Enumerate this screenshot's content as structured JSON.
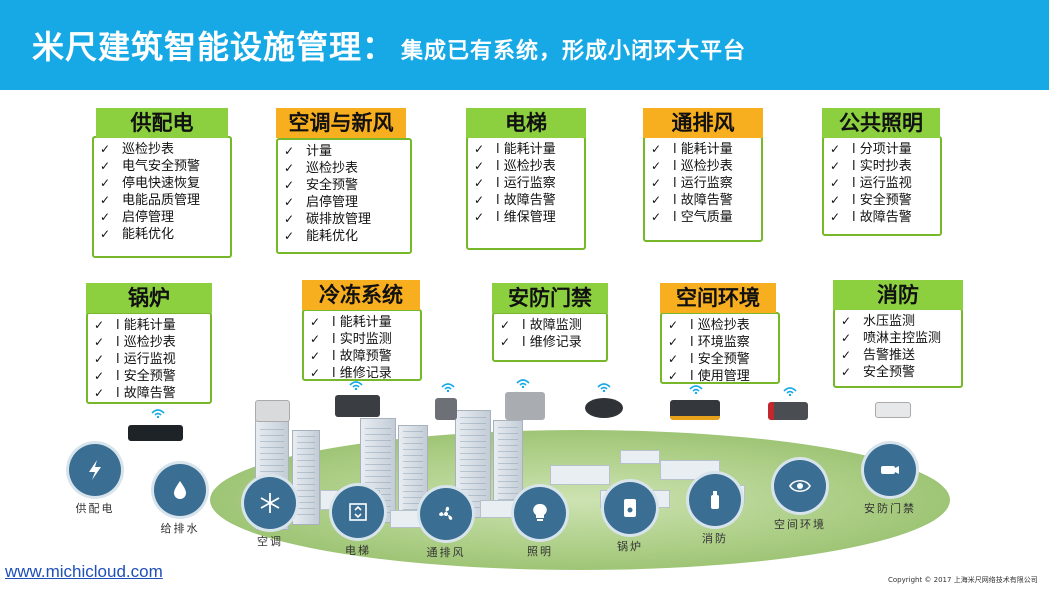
{
  "header": {
    "title": "米尺建筑智能设施管理：",
    "subtitle": "集成已有系统，形成小闭环大平台",
    "bg_color": "#17a9e6"
  },
  "check_mark": "✓",
  "categories": [
    {
      "title": "供配电",
      "tab_color": "green",
      "items": [
        "巡检抄表",
        "电气安全预警",
        "停电快速恢复",
        "电能品质管理",
        "启停管理",
        "能耗优化"
      ]
    },
    {
      "title": "空调与新风",
      "tab_color": "orange",
      "items": [
        "计量",
        "巡检抄表",
        "安全预警",
        "启停管理",
        "碳排放管理",
        "能耗优化"
      ]
    },
    {
      "title": "电梯",
      "tab_color": "green",
      "items": [
        "l 能耗计量",
        "l 巡检抄表",
        "l 运行监察",
        "l 故障告警",
        "l 维保管理"
      ]
    },
    {
      "title": "通排风",
      "tab_color": "orange",
      "items": [
        "l 能耗计量",
        "l 巡检抄表",
        "l 运行监察",
        "l 故障告警",
        "l 空气质量"
      ]
    },
    {
      "title": "公共照明",
      "tab_color": "green",
      "items": [
        "l 分项计量",
        "l 实时抄表",
        "l 运行监视",
        "l 安全预警",
        "l 故障告警"
      ]
    },
    {
      "title": "锅炉",
      "tab_color": "green",
      "items": [
        "l 能耗计量",
        "l 巡检抄表",
        "l 运行监视",
        "l 安全预警",
        "l 故障告警"
      ]
    },
    {
      "title": "冷冻系统",
      "tab_color": "orange",
      "items": [
        "l 能耗计量",
        "l 实时监测",
        "l 故障预警",
        "l 维修记录"
      ]
    },
    {
      "title": "安防门禁",
      "tab_color": "green",
      "items": [
        "l 故障监测",
        "l 维修记录"
      ]
    },
    {
      "title": "空间环境",
      "tab_color": "orange",
      "items": [
        "l 巡检抄表",
        "l 环境监察",
        "l 安全预警",
        "l 使用管理"
      ]
    },
    {
      "title": "消防",
      "tab_color": "green",
      "items": [
        "水压监测",
        "喷淋主控监测",
        "告警推送",
        "安全预警"
      ]
    }
  ],
  "systems": [
    {
      "label": "供配电",
      "icon": "lightning-icon"
    },
    {
      "label": "给排水",
      "icon": "water-drop-icon"
    },
    {
      "label": "空调",
      "icon": "snowflake-icon"
    },
    {
      "label": "电梯",
      "icon": "elevator-icon"
    },
    {
      "label": "通排风",
      "icon": "fan-icon"
    },
    {
      "label": "照明",
      "icon": "bulb-icon"
    },
    {
      "label": "锅炉",
      "icon": "boiler-icon"
    },
    {
      "label": "消防",
      "icon": "fire-extinguisher-icon"
    },
    {
      "label": "空间环境",
      "icon": "eye-icon"
    },
    {
      "label": "安防门禁",
      "icon": "camera-icon"
    }
  ],
  "footer": {
    "website": "www.michicloud.com",
    "copyright": "Copyright © 2017 上海米尺网络技术有限公司"
  }
}
